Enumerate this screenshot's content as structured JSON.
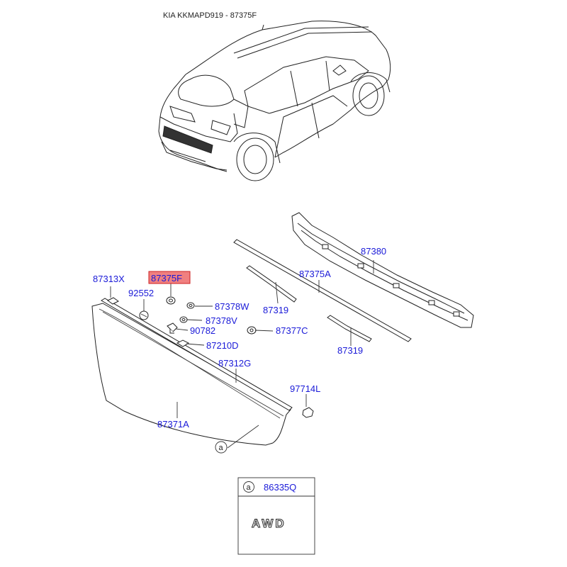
{
  "header": {
    "title": "KIA KKMAPD919 - 87375F"
  },
  "highlight_color": "#f08080",
  "label_color": "#1a1ad8",
  "parts": {
    "p87313X": "87313X",
    "p87375F": "87375F",
    "p92552": "92552",
    "p87378W": "87378W",
    "p87378V": "87378V",
    "p90782": "90782",
    "p87377C": "87377C",
    "p87210D": "87210D",
    "p87312G": "87312G",
    "p97714L": "97714L",
    "p87371A": "87371A",
    "p87375A": "87375A",
    "p87319a": "87319",
    "p87319b": "87319",
    "p87380": "87380"
  },
  "callout": {
    "ref": "a"
  },
  "inset": {
    "ref": "a",
    "part_number": "86335Q",
    "emblem_text": "AWD"
  }
}
